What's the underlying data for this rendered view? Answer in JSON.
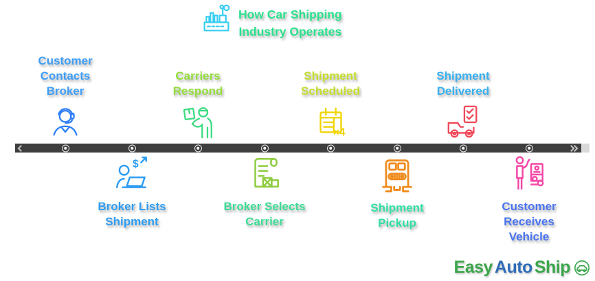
{
  "title": {
    "text": "How Car Shipping\nIndustry Operates",
    "color": "#2ce08d",
    "icon_color": "#38cdf2"
  },
  "timeline": {
    "bar_color": "#3e3e3e",
    "node_count": 8
  },
  "steps": [
    {
      "label": "Customer\nContacts\nBroker",
      "position": "above",
      "label_color": "#3f9ef7",
      "icon": "support-agent-icon",
      "icon_color": "#2e7ef7"
    },
    {
      "label": "Broker Lists\nShipment",
      "position": "below",
      "label_color": "#2f9df2",
      "icon": "broker-laptop-icon",
      "icon_color": "#2f9df2"
    },
    {
      "label": "Carriers\nRespond",
      "position": "above",
      "label_color": "#94dc3e",
      "icon": "carrier-package-icon",
      "icon_color": "#3edc82"
    },
    {
      "label": "Broker Selects\nCarrier",
      "position": "below",
      "label_color": "#3edc96",
      "icon": "shipping-list-icon",
      "icon_color": "#8ecc3e"
    },
    {
      "label": "Shipment\nScheduled",
      "position": "above",
      "label_color": "#c6dc2e",
      "icon": "calendar-x4-icon",
      "icon_color": "#f0d400"
    },
    {
      "label": "Shipment\nPickup",
      "position": "below",
      "label_color": "#30e0a2",
      "icon": "truck-front-icon",
      "icon_color": "#f08b1d"
    },
    {
      "label": "Shipment\nDelivered",
      "position": "above",
      "label_color": "#38b0f0",
      "icon": "delivery-checklist-icon",
      "icon_color": "#f04758"
    },
    {
      "label": "Customer\nReceives\nVehicle",
      "position": "below",
      "label_color": "#4a74f0",
      "icon": "customer-vehicle-icon",
      "icon_color": "#f548a8"
    }
  ],
  "logo": {
    "parts": [
      {
        "text": "Easy",
        "color": "#3ba64b"
      },
      {
        "text": "Auto",
        "color": "#2f6db8"
      },
      {
        "text": "Ship",
        "color": "#3ba64b"
      }
    ],
    "icon_color": "#3ba64b"
  }
}
